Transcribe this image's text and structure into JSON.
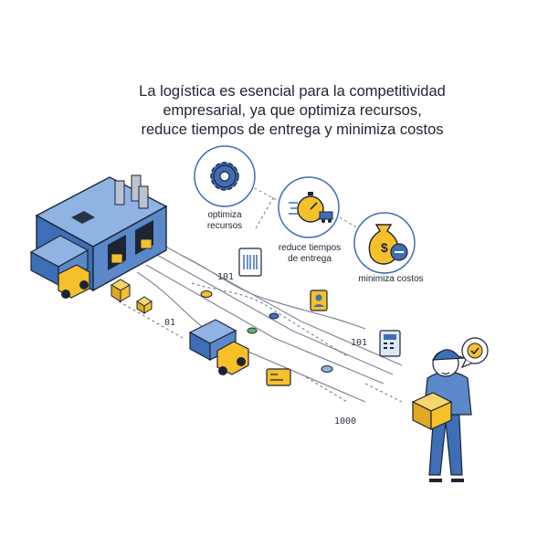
{
  "headline": {
    "line1": "La logística es esencial para la competitividad",
    "line2": "empresarial, ya que optimiza recursos,",
    "line3": "reduce tiempos de entrega y minimiza costos"
  },
  "benefits": [
    {
      "icon": "gear-icon",
      "label_line1": "optimiza",
      "label_line2": "recursos"
    },
    {
      "icon": "stopwatch-delivery-icon",
      "label_line1": "reduce tiempos",
      "label_line2": "de entrega"
    },
    {
      "icon": "money-bag-icon",
      "label_line1": "minimiza costos",
      "label_line2": ""
    }
  ],
  "binary_codes": [
    "101",
    "01",
    "101",
    "1000"
  ],
  "colors": {
    "navy": "#1d2433",
    "blue": "#3d6fb6",
    "light_blue": "#8fb3e3",
    "pale_blue": "#dce8f7",
    "yellow": "#f5c02a",
    "line": "#7f8797"
  }
}
